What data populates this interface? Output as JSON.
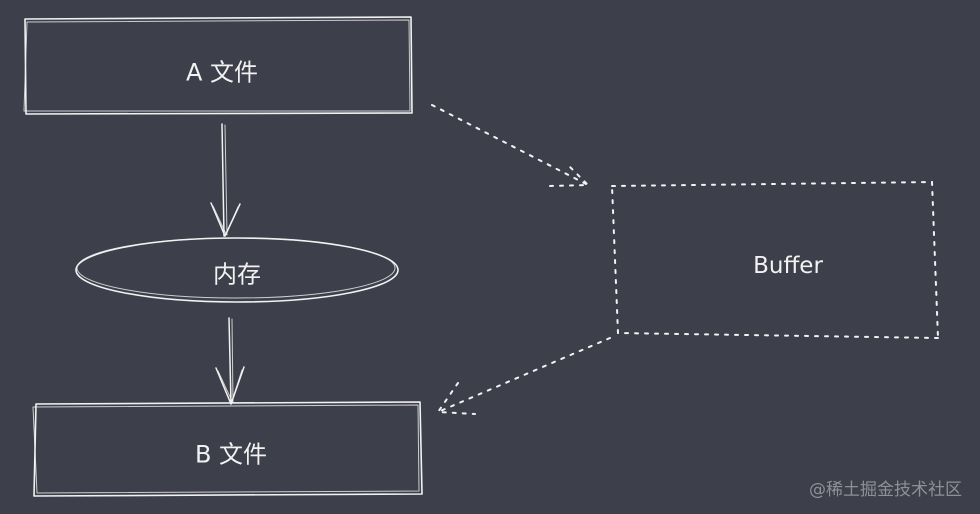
{
  "nodes": {
    "file_a": {
      "label": "A 文件"
    },
    "memory": {
      "label": "内存"
    },
    "file_b": {
      "label": "B 文件"
    },
    "buffer": {
      "label": "Buffer"
    }
  },
  "watermark": "@稀土掘金技术社区",
  "colors": {
    "background": "#3d3f4a",
    "stroke": "#f2f2f2",
    "watermark": "#8e9099"
  }
}
